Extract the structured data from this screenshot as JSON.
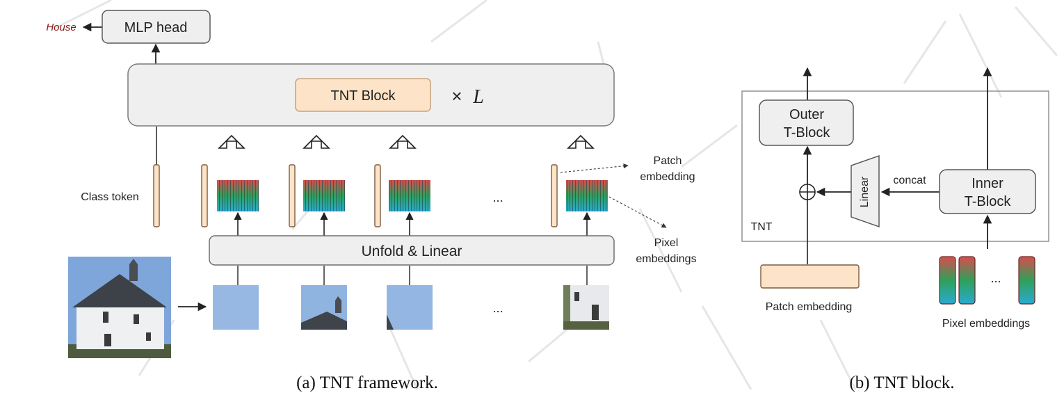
{
  "figure_a": {
    "output_label": "House",
    "mlp_head": "MLP head",
    "block_label": "TNT Block",
    "repeat_symbol": "×",
    "repeat_var": "L",
    "class_token_label": "Class token",
    "ellipsis": "...",
    "patch_embedding_label_line1": "Patch",
    "patch_embedding_label_line2": "embedding",
    "pixel_embeddings_label_line1": "Pixel",
    "pixel_embeddings_label_line2": "embeddings",
    "unfold_label": "Unfold & Linear",
    "caption": "(a) TNT framework."
  },
  "figure_b": {
    "outer_block_line1": "Outer",
    "outer_block_line2": "T-Block",
    "inner_block_line1": "Inner",
    "inner_block_line2": "T-Block",
    "linear_label": "Linear",
    "concat_label": "concat",
    "tnt_label": "TNT",
    "patch_embedding_label": "Patch embedding",
    "pixel_embeddings_label": "Pixel embeddings",
    "ellipsis": "...",
    "caption": "(b) TNT block."
  },
  "colors": {
    "block_fill": "#fde4c8",
    "block_stroke": "#c7a27a",
    "gray_fill": "#efefef",
    "gray_stroke": "#6f6f6f",
    "output_text": "#8b1a1a",
    "sky": "#8fb2dd",
    "embed_top": "#d84d4d",
    "embed_mid": "#2fa05a",
    "embed_bottom": "#2aaad0",
    "watermark": "#d9d9d9"
  }
}
